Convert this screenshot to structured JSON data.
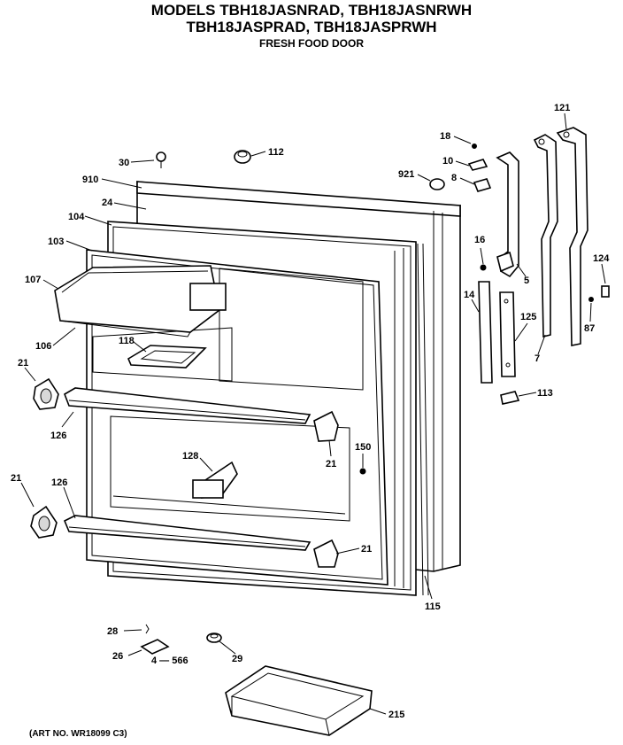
{
  "header": {
    "line1": "MODELS TBH18JASNRAD, TBH18JASNRWH",
    "line2": "TBH18JASPRAD, TBH18JASPRWH",
    "subtitle": "FRESH FOOD DOOR"
  },
  "footer": {
    "art_no": "(ART NO. WR18099 C3)"
  },
  "callouts": [
    {
      "id": "c30",
      "text": "30"
    },
    {
      "id": "c112",
      "text": "112"
    },
    {
      "id": "c910",
      "text": "910"
    },
    {
      "id": "c24",
      "text": "24"
    },
    {
      "id": "c104",
      "text": "104"
    },
    {
      "id": "c103",
      "text": "103"
    },
    {
      "id": "c107",
      "text": "107"
    },
    {
      "id": "c106",
      "text": "106"
    },
    {
      "id": "c118",
      "text": "118"
    },
    {
      "id": "c21a",
      "text": "21"
    },
    {
      "id": "c126a",
      "text": "126"
    },
    {
      "id": "c21b",
      "text": "21"
    },
    {
      "id": "c126b",
      "text": "126"
    },
    {
      "id": "c128",
      "text": "128"
    },
    {
      "id": "c21c",
      "text": "21"
    },
    {
      "id": "c150",
      "text": "150"
    },
    {
      "id": "c21d",
      "text": "21"
    },
    {
      "id": "c115",
      "text": "115"
    },
    {
      "id": "c18",
      "text": "18"
    },
    {
      "id": "c10",
      "text": "10"
    },
    {
      "id": "c921",
      "text": "921"
    },
    {
      "id": "c8",
      "text": "8"
    },
    {
      "id": "c16",
      "text": "16"
    },
    {
      "id": "c14",
      "text": "14"
    },
    {
      "id": "c5",
      "text": "5"
    },
    {
      "id": "c125",
      "text": "125"
    },
    {
      "id": "c113",
      "text": "113"
    },
    {
      "id": "c121",
      "text": "121"
    },
    {
      "id": "c124",
      "text": "124"
    },
    {
      "id": "c7",
      "text": "7"
    },
    {
      "id": "c87",
      "text": "87"
    },
    {
      "id": "c28",
      "text": "28"
    },
    {
      "id": "c26",
      "text": "26"
    },
    {
      "id": "c566",
      "text": "4 — 566"
    },
    {
      "id": "c29",
      "text": "29"
    },
    {
      "id": "c215",
      "text": "215"
    }
  ]
}
